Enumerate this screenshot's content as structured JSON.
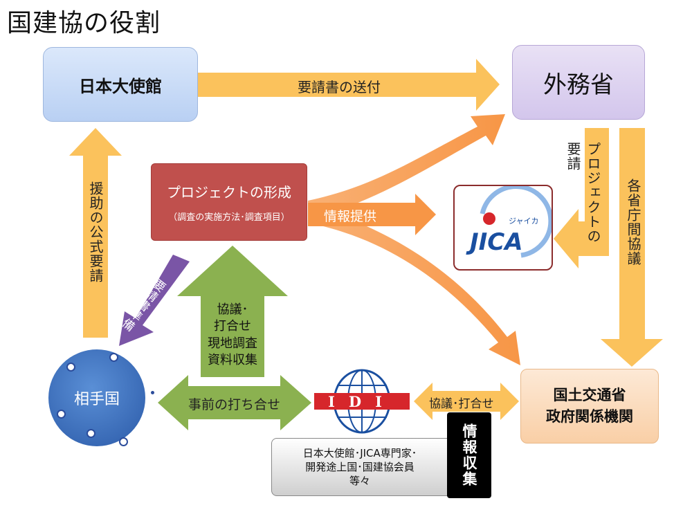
{
  "title": "国建協の役割",
  "nodes": {
    "embassy": "日本大使館",
    "mofa": "外務省",
    "project_title": "プロジェクトの形成",
    "project_sub": "（調査の実施方法･調査項目）",
    "jica_logo_text": "JICA",
    "jica_kana": "ジャイカ",
    "mlit_line1": "国土交通省",
    "mlit_line2": "政府関係機関",
    "country": "相手国",
    "idi_logo_text": "IDI",
    "info_line1": "日本大使館･JICA専門家･",
    "info_line2": "開発途上国･国建協会員",
    "info_line3": "等々",
    "info_collect": "情報収集"
  },
  "arrows": {
    "request_send": "要請書の送付",
    "info_provide": "情報提供",
    "official_request": "援助の公式要請",
    "request_prep": "要請書準備",
    "project_request": "プロジェクトの要請",
    "ministry_consult": "各省庁間協議",
    "green_line1": "協議･",
    "green_line2": "打合せ",
    "green_line3": "現地調査",
    "green_line4": "資料収集",
    "pre_meeting": "事前の打ち合せ",
    "consult_meeting": "協議･打合せ"
  },
  "colors": {
    "arrow_yellow": "#fbc25c",
    "arrow_orange": "#f79646",
    "arrow_green": "#8bb150",
    "arrow_purple": "#7a55a6",
    "project_red": "#c0504d",
    "jica_blue": "#1a4fa0",
    "idi_red": "#d6262b"
  }
}
